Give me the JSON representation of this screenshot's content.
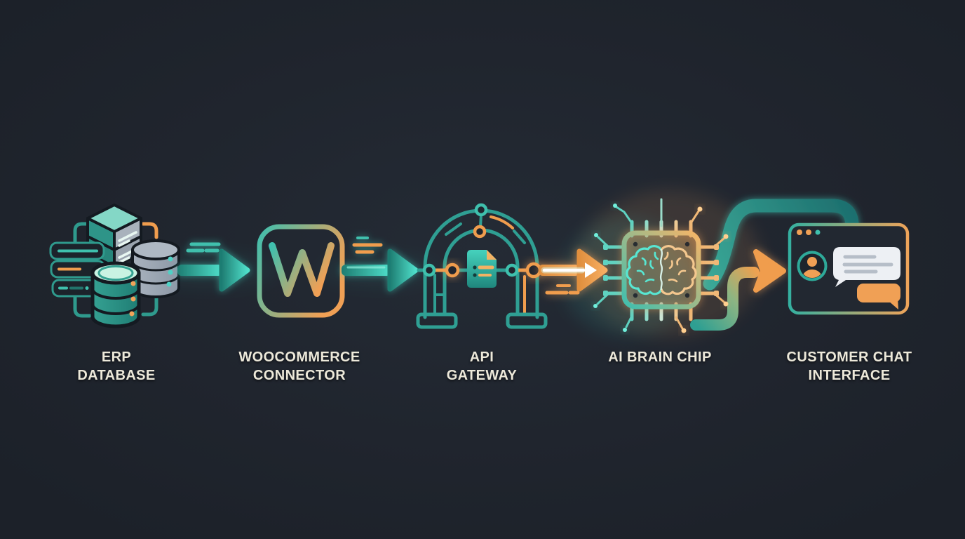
{
  "diagram": {
    "kind": "integration-flow",
    "colors": {
      "background": "#20252e",
      "teal": "#2f9f93",
      "teal_bright": "#4fe0cb",
      "orange": "#f09d4e",
      "label_text": "#ede9da",
      "gray_cylinder": "#9aa5b1",
      "bubble_white": "#edf0f4"
    },
    "nodes": [
      {
        "id": "erp-database",
        "icon": "database-cluster-icon",
        "label_line1": "ERP",
        "label_line2": "DATABASE"
      },
      {
        "id": "woocommerce-connector",
        "icon": "woocommerce-w-icon",
        "label_line1": "WOOCOMMERCE",
        "label_line2": "CONNECTOR"
      },
      {
        "id": "api-gateway",
        "icon": "gateway-arch-icon",
        "label_line1": "API",
        "label_line2": "GATEWAY"
      },
      {
        "id": "ai-brain-chip",
        "icon": "brain-chip-icon",
        "label_line1": "AI BRAIN CHIP"
      },
      {
        "id": "customer-chat-interface",
        "icon": "chat-window-icon",
        "label_line1": "CUSTOMER CHAT",
        "label_line2": "INTERFACE"
      }
    ],
    "connectors": [
      {
        "id": "arrow-erp-to-woocommerce",
        "style": "straight-arrow",
        "color": "teal"
      },
      {
        "id": "arrow-woocommerce-to-gateway",
        "style": "straight-arrow",
        "color": "teal"
      },
      {
        "id": "arrow-gateway-to-chip",
        "style": "straight-arrow-core",
        "color": "orange"
      },
      {
        "id": "pipe-chip-to-chat-top",
        "style": "curved-pipe",
        "color": "teal"
      },
      {
        "id": "pipe-chip-to-chat-arrow",
        "style": "curved-pipe-arrow",
        "color": "teal-to-orange"
      }
    ]
  }
}
